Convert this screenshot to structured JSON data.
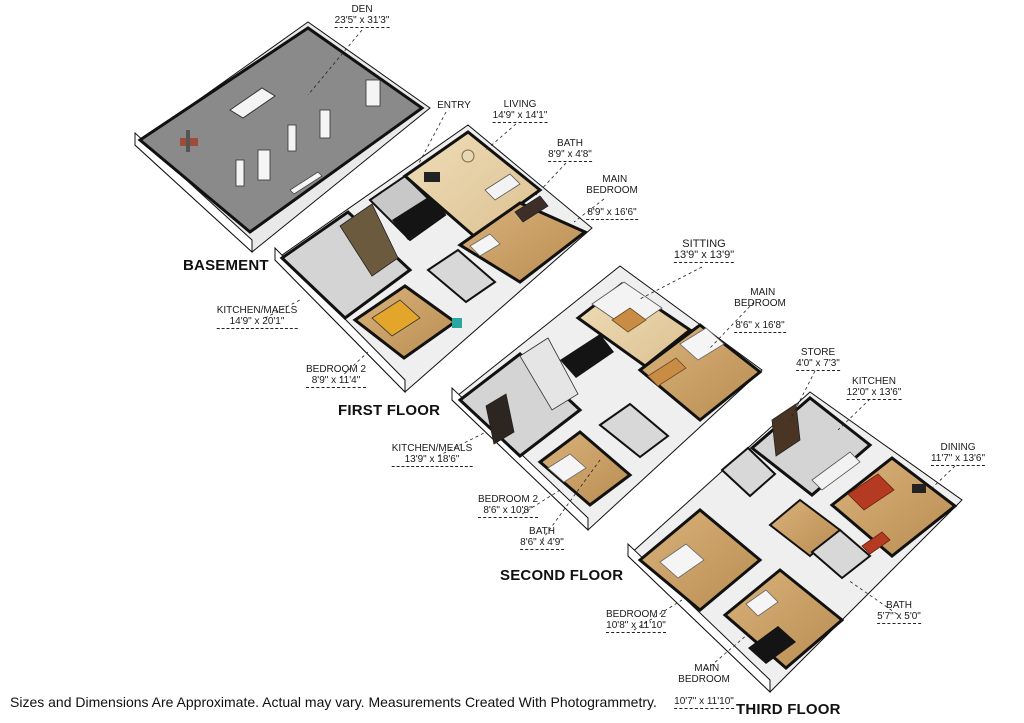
{
  "floors": {
    "basement": "BASEMENT",
    "first": "FIRST FLOOR",
    "second": "SECOND FLOOR",
    "third": "THIRD FLOOR"
  },
  "rooms": {
    "basement_den": {
      "name": "DEN",
      "dim": "23'5\" x 31'3\""
    },
    "first_entry": {
      "name": "ENTRY"
    },
    "first_living": {
      "name": "LIVING",
      "dim": "14'9\" x 14'1\""
    },
    "first_bath": {
      "name": "BATH",
      "dim": "8'9\" x 4'8\""
    },
    "first_main_bedroom": {
      "name": "MAIN\nBEDROOM",
      "dim": "8'9\" x 16'6\""
    },
    "first_kitchen": {
      "name": "KITCHEN/MAELS",
      "dim": "14'9\" x 20'1\""
    },
    "first_bedroom2": {
      "name": "BEDROOM 2",
      "dim": "8'9\" x 11'4\""
    },
    "second_sitting": {
      "name": "SITTING",
      "dim": "13'9\" x 13'9\""
    },
    "second_main_bedroom": {
      "name": "MAIN\nBEDROOM",
      "dim": "8'6\" x 16'8\""
    },
    "second_kitchen": {
      "name": "KITCHEN/MEALS",
      "dim": "13'9\" x 18'6\""
    },
    "second_bedroom2": {
      "name": "BEDROOM 2",
      "dim": "8'6\" x 10'8\""
    },
    "second_bath": {
      "name": "BATH",
      "dim": "8'6\" x 4'9\""
    },
    "third_store": {
      "name": "STORE",
      "dim": "4'0\" x 7'3\""
    },
    "third_kitchen": {
      "name": "KITCHEN",
      "dim": "12'0\" x 13'6\""
    },
    "third_dining": {
      "name": "DINING",
      "dim": "11'7\" x 13'6\""
    },
    "third_bedroom2": {
      "name": "BEDROOM 2",
      "dim": "10'8\" x 11'10\""
    },
    "third_bath": {
      "name": "BATH",
      "dim": "5'7\" x 5'0\""
    },
    "third_main_bedroom": {
      "name": "MAIN\nBEDROOM",
      "dim": "10'7\" x 11'10\""
    }
  },
  "disclaimer": "Sizes and Dimensions Are Approximate. Actual may vary. Measurements Created With Photogrammetry.",
  "colors": {
    "wall": "#f2f2f2",
    "wall_outline": "#111111",
    "concrete": "#8a8a8a",
    "tile": "#d6d6d6",
    "wood": "#c9a26a",
    "wood_light": "#e6cfa3"
  }
}
